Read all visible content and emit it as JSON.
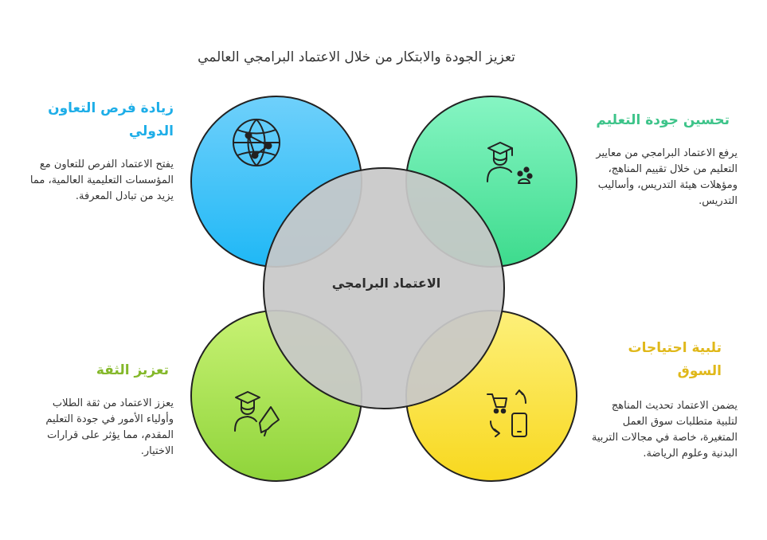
{
  "title": "تعزيز الجودة والابتكار من خلال الاعتماد البرامجي العالمي",
  "center": {
    "label": "الاعتماد البرامجي"
  },
  "sections": [
    {
      "id": "cooperation",
      "title": "زيادة فرص التعاون الدولي",
      "body": "يفتح الاعتماد الفرص للتعاون مع المؤسسات التعليمية العالمية، مما يزيد من تبادل المعرفة.",
      "color": "#1eaee8",
      "icon": "globe-network-icon"
    },
    {
      "id": "quality",
      "title": "تحسين جودة التعليم",
      "body": "يرفع الاعتماد البرامجي من معايير التعليم من خلال تقييم المناهج، ومؤهلات هيئة التدريس، وأساليب التدريس.",
      "color": "#3ec48a",
      "icon": "graduate-student-icon"
    },
    {
      "id": "trust",
      "title": "تعزيز الثقة",
      "body": "يعزز الاعتماد من ثقة الطلاب وأولياء الأمور في جودة التعليم المقدم، مما يؤثر على قرارات الاختيار.",
      "color": "#84b82a",
      "icon": "graduate-trust-icon"
    },
    {
      "id": "market",
      "title": "تلبية احتياجات السوق",
      "body": "يضمن الاعتماد تحديث المناهج لتلبية متطلبات سوق العمل المتغيرة، خاصة في مجالات التربية البدنية وعلوم الرياضة.",
      "color": "#e0b81a",
      "icon": "cart-mobile-exchange-icon"
    }
  ]
}
